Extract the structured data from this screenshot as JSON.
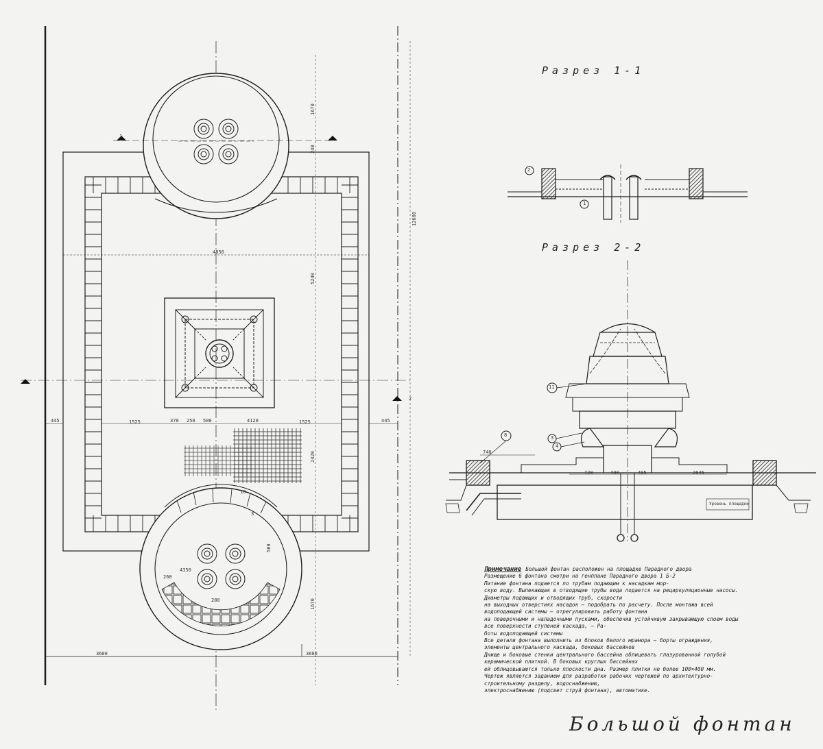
{
  "sections": {
    "section_1": "Разрез 1-1",
    "section_2": "Разрез 2-2"
  },
  "title": "Большой фонтан",
  "notes": {
    "heading": "Примечание",
    "lines": [
      "Большой фонтан расположен на площадке Парадного двора",
      "Размещение 6 фонтана смотри на генплане Парадного двора 1 Б-2",
      "Питание фонтана подается по трубам подающим к насадкам мор-",
      "скую воду. Выпекающая в отводящие трубы вода подается на рециркуляционные насосы. Диаметры подающих и отводящих труб, скорости",
      "на выходных отверстиях насадок — подобрать по расчету. После монтажа всей водоподающей системы — отрегулировать работу фонтана",
      "на поверочными и наладочными пусками, обеспечив устойчивую закрывающую слоем воды все поверхности ступеней каскада, — Ра-",
      "боты водоподающей системы",
      "Все детали фонтана выполнить из блоков белого мрамора — борты ограждения, элементы центрального каскада, боковых бассейнов",
      "Днище и боковые стенки центрального бассейна облицевать глазурованной голубой керамической плиткой. В боковых круглых бассейнах",
      "ей облицовываются только плоскости дна. Размер плитки не более 100×400 мм.",
      "Чертеж является заданием для разработки рабочих чертежей по архитектурно-строительному разделу, водоснабжению,",
      "электроснабжению (подсвет струй фонтана), автоматике."
    ]
  },
  "dimensions": {
    "plan_width_left": "3600",
    "plan_width_right": "3600",
    "top_basin_height": "1670",
    "upper_gap": "240",
    "center_span": "4850",
    "center_height": "5240",
    "lower_span": "4120",
    "left_side": "445",
    "right_side": "445",
    "inner_span_1": "370",
    "inner_span_2": "250",
    "inner_span_3": "500",
    "offset_1": "1525",
    "offset_2": "1525",
    "lower_basin_h1": "1670",
    "lower_basin_h2": "2420",
    "overall_height": "12600",
    "small_1": "260",
    "small_2": "280",
    "small_3": "4350",
    "small_4": "580",
    "section_dim_1": "720",
    "section_dim_2": "400",
    "section_dim_3": "405",
    "section_dim_4": "2045",
    "section_dim_5": "740"
  },
  "callouts": {
    "c1": "1",
    "c2": "2",
    "c3": "3",
    "c4": "4",
    "c8": "8",
    "c10": "10",
    "c11": "11",
    "cut_1": "1",
    "cut_2": "2",
    "cut_3": "3",
    "ground_label": "Уровень площадки"
  }
}
